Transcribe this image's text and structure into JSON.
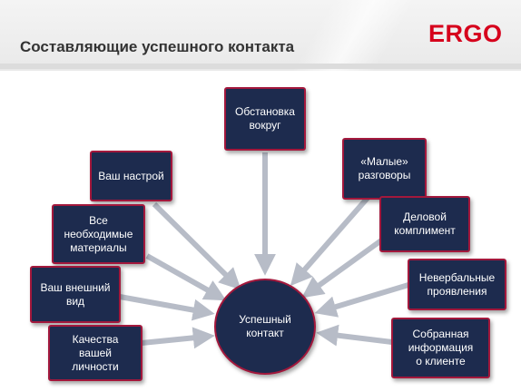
{
  "header": {
    "title": "Составляющие успешного контакта",
    "logo": "ERGO",
    "logo_color": "#d6001c"
  },
  "diagram": {
    "center": "Успешный\nконтакт",
    "nodes": {
      "surroundings": "Обстановка\nвокруг",
      "mood": "Ваш настрой",
      "materials": "Все\nнеобходимые\nматериалы",
      "appearance": "Ваш внешний\nвид",
      "personality": "Качества\nвашей\nличности",
      "small_talk": "«Малые»\nразговоры",
      "compliment": "Деловой\nкомплимент",
      "nonverbal": "Невербальные\nпроявления",
      "client_info": "Собранная\nинформация\nо клиенте"
    },
    "colors": {
      "box_fill": "#1d2b4e",
      "box_border": "#a3183c",
      "arrow": "#b7bcc7"
    }
  }
}
